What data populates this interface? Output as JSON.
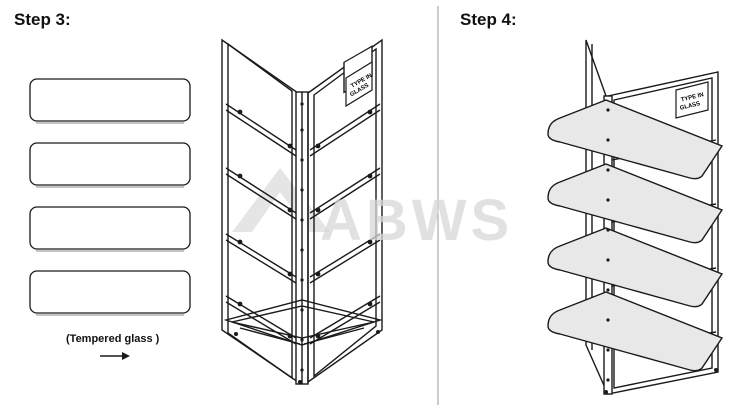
{
  "steps": {
    "left_title": "Step 3:",
    "right_title": "Step 4:"
  },
  "glass_caption": "(Tempered glass )",
  "glass_panel_count": 4,
  "watermark_text": "ABWS",
  "sign_text_line1": "TYPE IN",
  "sign_text_line2": "GLASS",
  "colors": {
    "line": "#1a1a1a",
    "shelf_fill": "#e6e6e6",
    "watermark": "#d8d8d8"
  }
}
